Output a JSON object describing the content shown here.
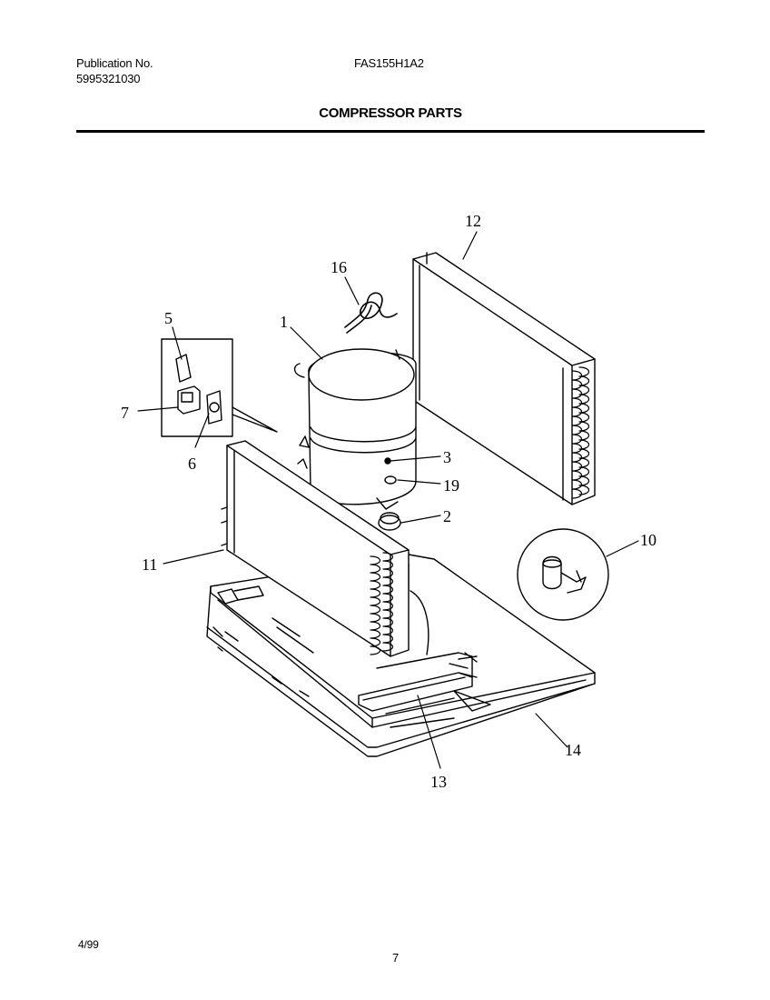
{
  "header": {
    "publication_label": "Publication No.",
    "publication_number": "5995321030",
    "model_number": "FAS155H1A2",
    "section_title": "COMPRESSOR PARTS"
  },
  "callouts": {
    "c1": "1",
    "c2": "2",
    "c3": "3",
    "c5": "5",
    "c6": "6",
    "c7": "7",
    "c10": "10",
    "c11": "11",
    "c12": "12",
    "c13": "13",
    "c14": "14",
    "c16": "16",
    "c19": "19"
  },
  "footer": {
    "date": "4/99",
    "page_number": "7"
  }
}
